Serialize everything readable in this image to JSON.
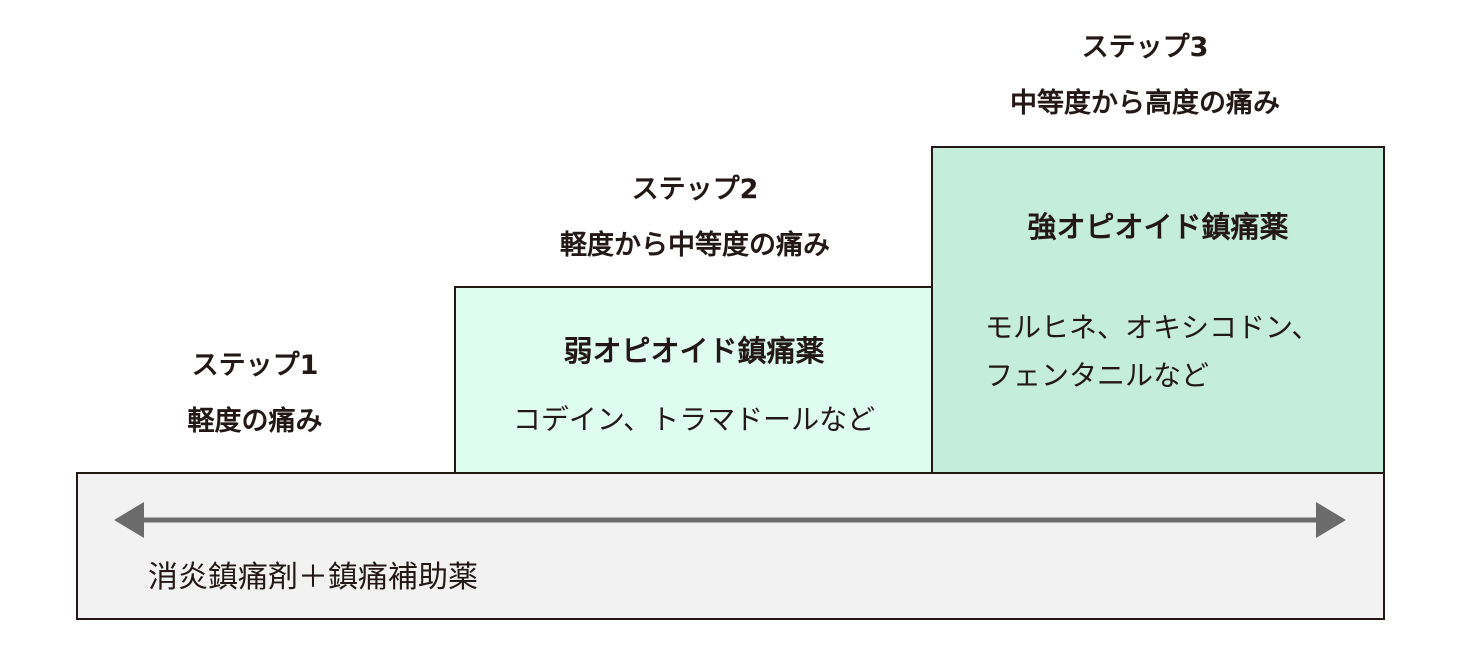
{
  "steps": [
    {
      "step": "ステップ1",
      "pain": "軽度の痛み"
    },
    {
      "step": "ステップ2",
      "pain": "軽度から中等度の痛み",
      "drug_class": "弱オピオイド鎮痛薬",
      "examples": [
        "コデイン、トラマドールなど"
      ]
    },
    {
      "step": "ステップ3",
      "pain": "中等度から高度の痛み",
      "drug_class": "強オピオイド鎮痛薬",
      "examples": [
        "モルヒネ、オキシコドン、",
        "フェンタニルなど"
      ]
    }
  ],
  "base": {
    "label": "消炎鎮痛剤＋鎮痛補助薬"
  },
  "colors": {
    "step2_fill": "#dffcf1",
    "step3_fill": "#c5eddc",
    "base_fill": "#f2f2f2",
    "border": "#231815",
    "arrow": "#6b6b6b"
  }
}
